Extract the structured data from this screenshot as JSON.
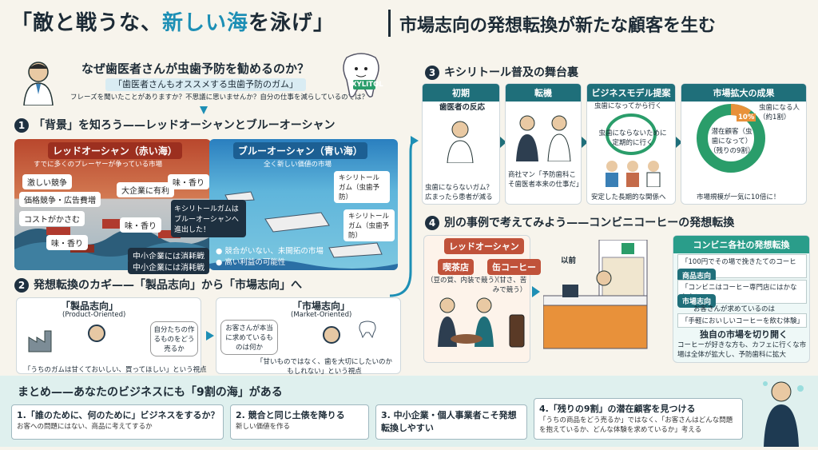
{
  "header": {
    "title_part1": "「敵と戦うな、",
    "title_highlight": "新しい海",
    "title_part2": "を泳げ」",
    "subtitle": "市場志向の発想転換が新たな顧客を生む"
  },
  "intro": {
    "question": "なぜ歯医者さんが虫歯予防を勧めるのか？",
    "gum_line": "「歯医者さんもオススメする虫歯予防のガム」",
    "body": "フレーズを聞いたことがありますか？不思議に思いませんか？自分の仕事を減らしているのでは？",
    "logo": "XYLITOL"
  },
  "section1": {
    "num": "1",
    "title": "「背景」を知ろう——レッドオーシャンとブルーオーシャン",
    "red": {
      "heading": "レッドオーシャン（赤い海）",
      "caption": "すでに多くのプレーヤーが争っている市場",
      "tags": [
        "激しい競争",
        "価格競争・広告費増",
        "コストがかさむ",
        "大企業に有利",
        "味・香り",
        "味・香り",
        "味・香り"
      ],
      "notes": [
        "中小企業には消耗戦",
        "中小企業には消耗戦"
      ]
    },
    "blue": {
      "heading": "ブルーオーシャン（青い海）",
      "caption": "全く新しい価値の市場",
      "gum1": "キシリトールガム（虫歯予防）",
      "gum2": "キシリトールガム（虫歯予防）",
      "arrow_text": "キシリトールガムはブルーオーシャンへ進出した！",
      "points": [
        "競合がいない、未開拓の市場",
        "高い利益の可能性"
      ]
    }
  },
  "section2": {
    "num": "2",
    "title": "発想転換のカギ——「製品志向」から「市場志向」へ",
    "product": {
      "heading": "「製品志向」",
      "en": "(Product-Oriented)",
      "bubble": "自分たちの作るものをどう売るか",
      "quote": "「うちのガムは甘くておいしい、買ってほしい」という視点"
    },
    "market": {
      "heading": "「市場志向」",
      "en": "(Market-Oriented)",
      "bubble": "お客さんが本当に求めているものは何か",
      "quote": "「甘いものではなく、歯を大切にしたいのかもしれない」という視点"
    }
  },
  "section3": {
    "num": "3",
    "title": "キシリトール普及の舞台裏",
    "steps": [
      {
        "head": "初期",
        "sub": "歯医者の反応",
        "text": "虫歯にならないガム？広まったら患者が減る"
      },
      {
        "head": "転機",
        "sub": "",
        "text": "商社マン「予防歯科こそ歯医者本来の仕事だ」"
      },
      {
        "head": "ビジネスモデル提案",
        "sub": "虫歯になってから行く",
        "text": "虫歯にならないために定期的に行く",
        "bottom": "安定した長期的な関係へ"
      },
      {
        "head": "市場拡大の成果",
        "pct": "10%",
        "pct_label": "虫歯になる人（約1割）",
        "center": "潜在顧客（虫歯になって）（残りの9割）",
        "bottom": "市場規模が一気に10倍に！"
      }
    ]
  },
  "section4": {
    "num": "4",
    "title": "別の事例で考えてみよう——コンビニコーヒーの発想転換",
    "red_label": "レッドオーシャン",
    "cafe": {
      "label": "喫茶店",
      "text": "（豆の質、内装で競う）"
    },
    "can": {
      "label": "缶コーヒー",
      "text": "（甘さ、苦みで競う）"
    },
    "before": "以前",
    "conv": {
      "heading": "コンビニ各社の発想転換",
      "q1": "「100円でその場で挽きたてのコーヒー」",
      "tag1": "商品志向",
      "q2": "「コンビニはコーヒー専門店にはかなわない」",
      "tag2": "市場志向",
      "q3a": "お客さんが求めているのは",
      "q3b": "「手軽においしいコーヒーを飲む体験」",
      "result_head": "独自の市場を切り開く",
      "result_text": "コーヒーが好きな方も、カフェに行くな市場は全体が拡大し、予防歯科に拡大"
    }
  },
  "summary": {
    "title": "まとめ——あなたのビジネスにも「9割の海」がある",
    "items": [
      {
        "title": "1.「誰のために、何のために」ビジネスをするか？",
        "sub": "お客への問題にはない、商品に考えてするか"
      },
      {
        "title": "2. 競合と同じ土俵を降りる",
        "sub": "新しい価値を作る"
      },
      {
        "title": "3. 中小企業・個人事業者こそ発想転換しやすい",
        "sub": ""
      },
      {
        "title": "4.「残りの9割」の潜在顧客を見つける",
        "sub": "「うちの商品をどう売るか」ではなく、「お客さんはどんな問題を抱えているか、どんな体験を求めているか」考える"
      }
    ]
  },
  "colors": {
    "teal": "#1f6f7a",
    "red_ocean": "#c0523a",
    "blue_ocean": "#2a7fbf",
    "accent": "#1d8fb5"
  }
}
